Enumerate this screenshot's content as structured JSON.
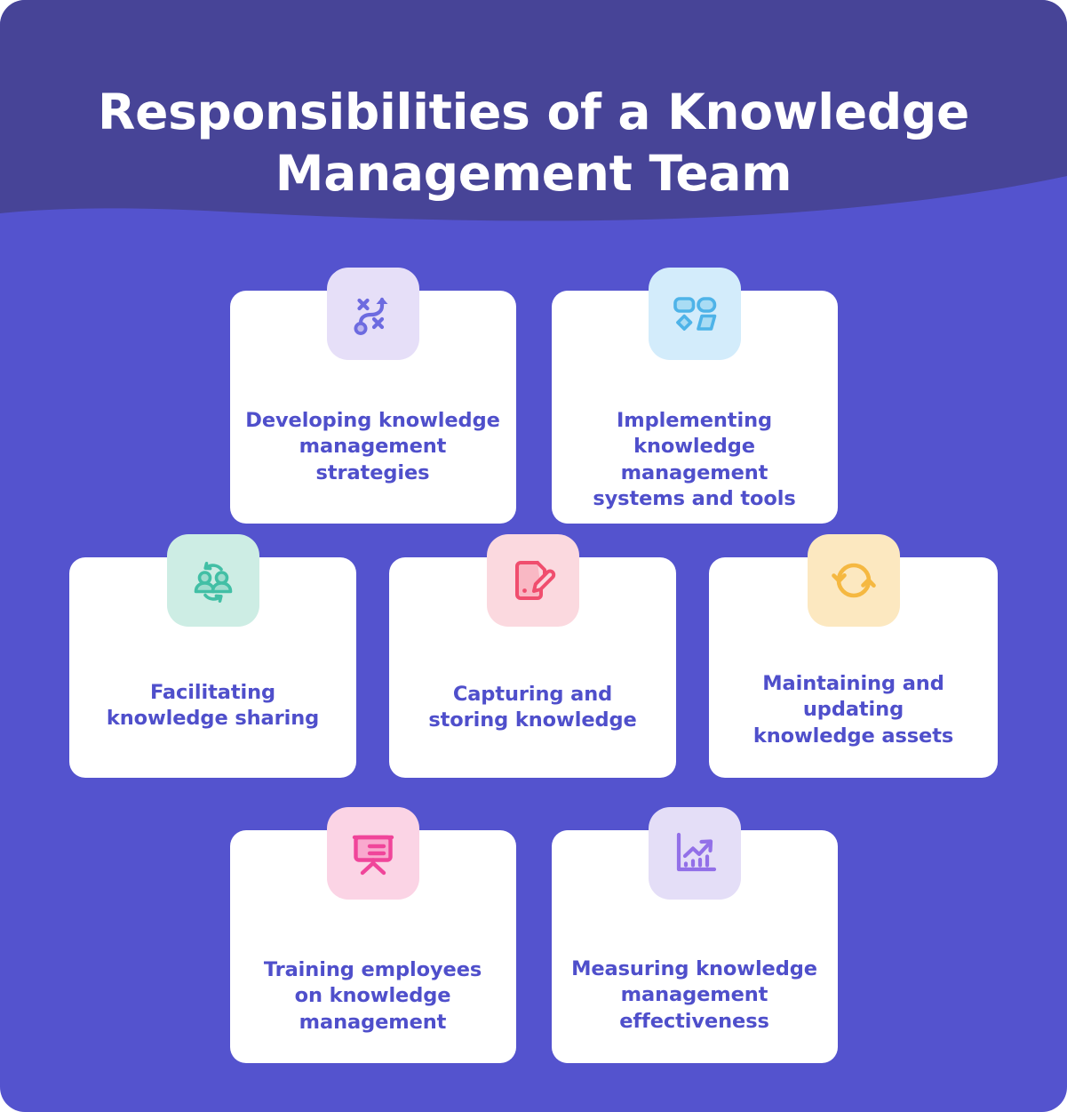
{
  "header": {
    "title": "Responsibilities of a Knowledge\nManagement Team",
    "band_color": "#474497",
    "body_color": "#5453CE",
    "title_color": "#FFFFFF"
  },
  "theme": {
    "background": "#5453CE",
    "card_background": "#FFFFFF",
    "card_text_color": "#4F4FCB"
  },
  "rows": [
    {
      "id": "row-1",
      "cards": [
        {
          "label": "Developing knowledge\nmanagement\nstrategies",
          "icon": "strategy-path-icon",
          "icon_tile_color": "#E6DFF8",
          "icon_color": "#6D6BE0"
        },
        {
          "label": "Implementing\nknowledge management\nsystems and tools",
          "icon": "system-modules-icon",
          "icon_tile_color": "#D3ECFB",
          "icon_color": "#4EB3E8"
        }
      ]
    },
    {
      "id": "row-2",
      "cards": [
        {
          "label": "Facilitating\nknowledge sharing",
          "icon": "knowledge-sharing-people-icon",
          "icon_tile_color": "#CDEDE4",
          "icon_color": "#42BFA5"
        },
        {
          "label": "Capturing and\nstoring knowledge",
          "icon": "document-edit-icon",
          "icon_tile_color": "#FBD9DF",
          "icon_color": "#F04E6E"
        },
        {
          "label": "Maintaining and\nupdating\nknowledge assets",
          "icon": "refresh-sync-icon",
          "icon_tile_color": "#FCE8C0",
          "icon_color": "#F5B841"
        }
      ]
    },
    {
      "id": "row-3",
      "cards": [
        {
          "label": "Training employees\non knowledge\nmanagement",
          "icon": "presentation-board-icon",
          "icon_tile_color": "#FBD4E5",
          "icon_color": "#F0459A"
        },
        {
          "label": "Measuring knowledge\nmanagement\neffectiveness",
          "icon": "growth-chart-icon",
          "icon_tile_color": "#E4DEF7",
          "icon_color": "#9270E8"
        }
      ]
    }
  ]
}
